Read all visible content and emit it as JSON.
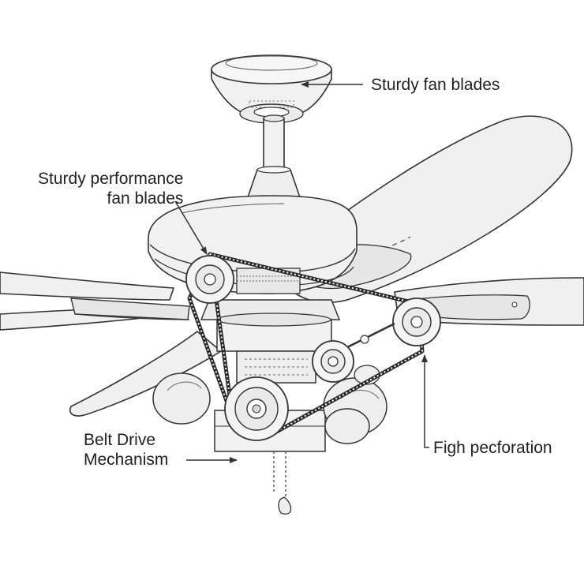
{
  "labels": {
    "top_right": "Sturdy fan blades",
    "top_left_line1": "Sturdy performance",
    "top_left_line2": "fan blades",
    "bottom_left_line1": "Belt Drive",
    "bottom_left_line2": "Mechanism",
    "bottom_right": "Figh pecforation"
  },
  "colors": {
    "line": "#333333",
    "fill_light": "#f1f1f1",
    "fill_mid": "#e4e4e4",
    "belt": "#2a2a2a"
  }
}
